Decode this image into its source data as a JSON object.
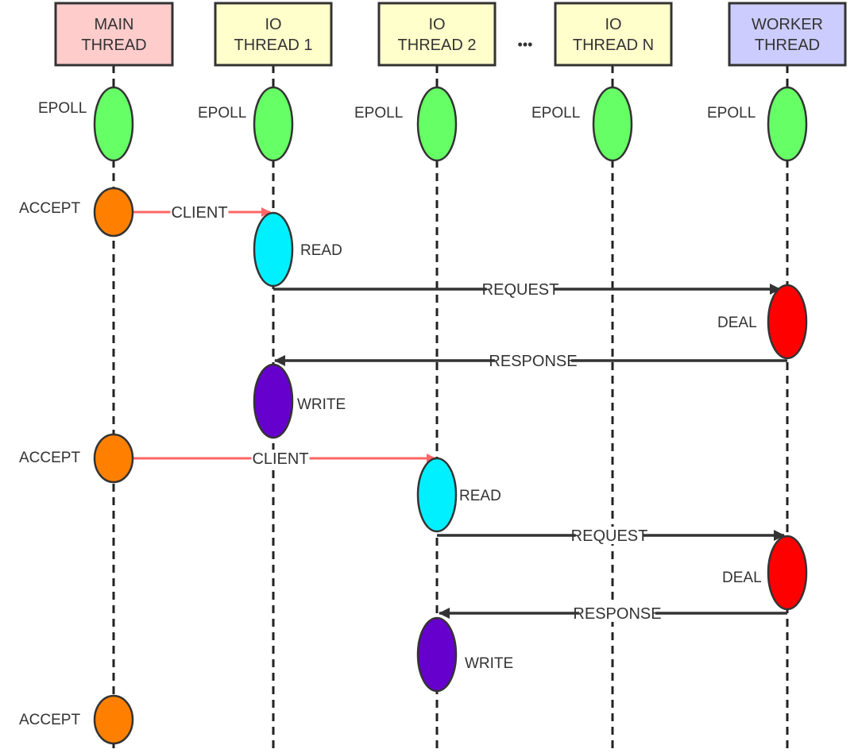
{
  "threads": [
    {
      "id": "main",
      "label_line1": "MAIN",
      "label_line2": "THREAD",
      "color": "#ffcccc"
    },
    {
      "id": "io1",
      "label_line1": "IO",
      "label_line2": "THREAD 1",
      "color": "#ffffcc"
    },
    {
      "id": "io2",
      "label_line1": "IO",
      "label_line2": "THREAD 2",
      "color": "#ffffcc"
    },
    {
      "id": "ion",
      "label_line1": "IO",
      "label_line2": "THREAD N",
      "color": "#ffffcc"
    },
    {
      "id": "worker",
      "label_line1": "WORKER",
      "label_line2": "THREAD",
      "color": "#ccccff"
    }
  ],
  "ellipsis": "•••",
  "activations": [
    {
      "name": "main-epoll",
      "thread": "main",
      "label": "EPOLL",
      "color": "#66ff66"
    },
    {
      "name": "io1-epoll",
      "thread": "io1",
      "label": "EPOLL",
      "color": "#66ff66"
    },
    {
      "name": "io2-epoll",
      "thread": "io2",
      "label": "EPOLL",
      "color": "#66ff66"
    },
    {
      "name": "ion-epoll",
      "thread": "ion",
      "label": "EPOLL",
      "color": "#66ff66"
    },
    {
      "name": "worker-epoll",
      "thread": "worker",
      "label": "EPOLL",
      "color": "#66ff66"
    },
    {
      "name": "main-accept-1",
      "thread": "main",
      "label": "ACCEPT",
      "color": "#ff8000"
    },
    {
      "name": "io1-read",
      "thread": "io1",
      "label": "READ",
      "color": "#00f0ff"
    },
    {
      "name": "worker-deal-1",
      "thread": "worker",
      "label": "DEAL",
      "color": "#ff0000"
    },
    {
      "name": "io1-write",
      "thread": "io1",
      "label": "WRITE",
      "color": "#6600cc"
    },
    {
      "name": "main-accept-2",
      "thread": "main",
      "label": "ACCEPT",
      "color": "#ff8000"
    },
    {
      "name": "io2-read",
      "thread": "io2",
      "label": "READ",
      "color": "#00f0ff"
    },
    {
      "name": "worker-deal-2",
      "thread": "worker",
      "label": "DEAL",
      "color": "#ff0000"
    },
    {
      "name": "io2-write",
      "thread": "io2",
      "label": "WRITE",
      "color": "#6600cc"
    },
    {
      "name": "main-accept-3",
      "thread": "main",
      "label": "ACCEPT",
      "color": "#ff8000"
    }
  ],
  "messages": [
    {
      "name": "client-1",
      "from": "main",
      "to": "io1",
      "label": "CLIENT",
      "color": "#ff6666"
    },
    {
      "name": "request-1",
      "from": "io1",
      "to": "worker",
      "label": "REQUEST",
      "color": "#333333"
    },
    {
      "name": "response-1",
      "from": "worker",
      "to": "io1",
      "label": "RESPONSE",
      "color": "#333333"
    },
    {
      "name": "client-2",
      "from": "main",
      "to": "io2",
      "label": "CLIENT",
      "color": "#ff6666"
    },
    {
      "name": "request-2",
      "from": "io2",
      "to": "worker",
      "label": "REQUEST",
      "color": "#333333"
    },
    {
      "name": "response-2",
      "from": "worker",
      "to": "io2",
      "label": "RESPONSE",
      "color": "#333333"
    }
  ]
}
